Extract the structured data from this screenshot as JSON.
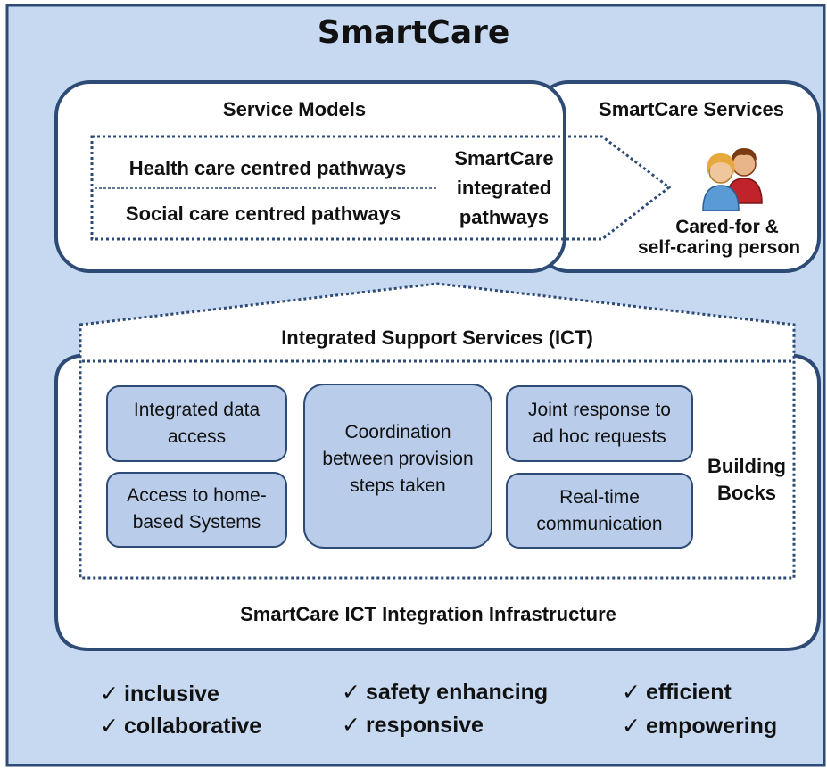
{
  "title": "SmartCare",
  "service_models": {
    "heading": "Service Models",
    "pathways": [
      "Health care  centred pathways",
      "Social care  centred pathways"
    ],
    "integrated": [
      "SmartCare",
      "integrated",
      "pathways"
    ]
  },
  "smartcare_services": {
    "heading": "SmartCare Services",
    "person_label": [
      "Cared-for &",
      "self-caring  person"
    ],
    "icon": "people-icon"
  },
  "support_services": {
    "heading": "Integrated Support Services (ICT)",
    "building_blocks": {
      "label": [
        "Building",
        "Bocks"
      ],
      "items": [
        "Integrated data access",
        "Access to home-based Systems",
        "Coordination between provision steps taken",
        "Joint response to ad hoc requests",
        "Real-time communication"
      ]
    }
  },
  "infrastructure": "SmartCare ICT  Integration  Infrastructure",
  "qualities": {
    "mark": "✓",
    "items": [
      "inclusive",
      "collaborative",
      "safety enhancing",
      "responsive",
      "efficient",
      "empowering"
    ]
  },
  "colors": {
    "background": "#c6d9f1",
    "border": "#2e4b76",
    "block_fill": "#b9cdeb",
    "white": "#ffffff"
  }
}
